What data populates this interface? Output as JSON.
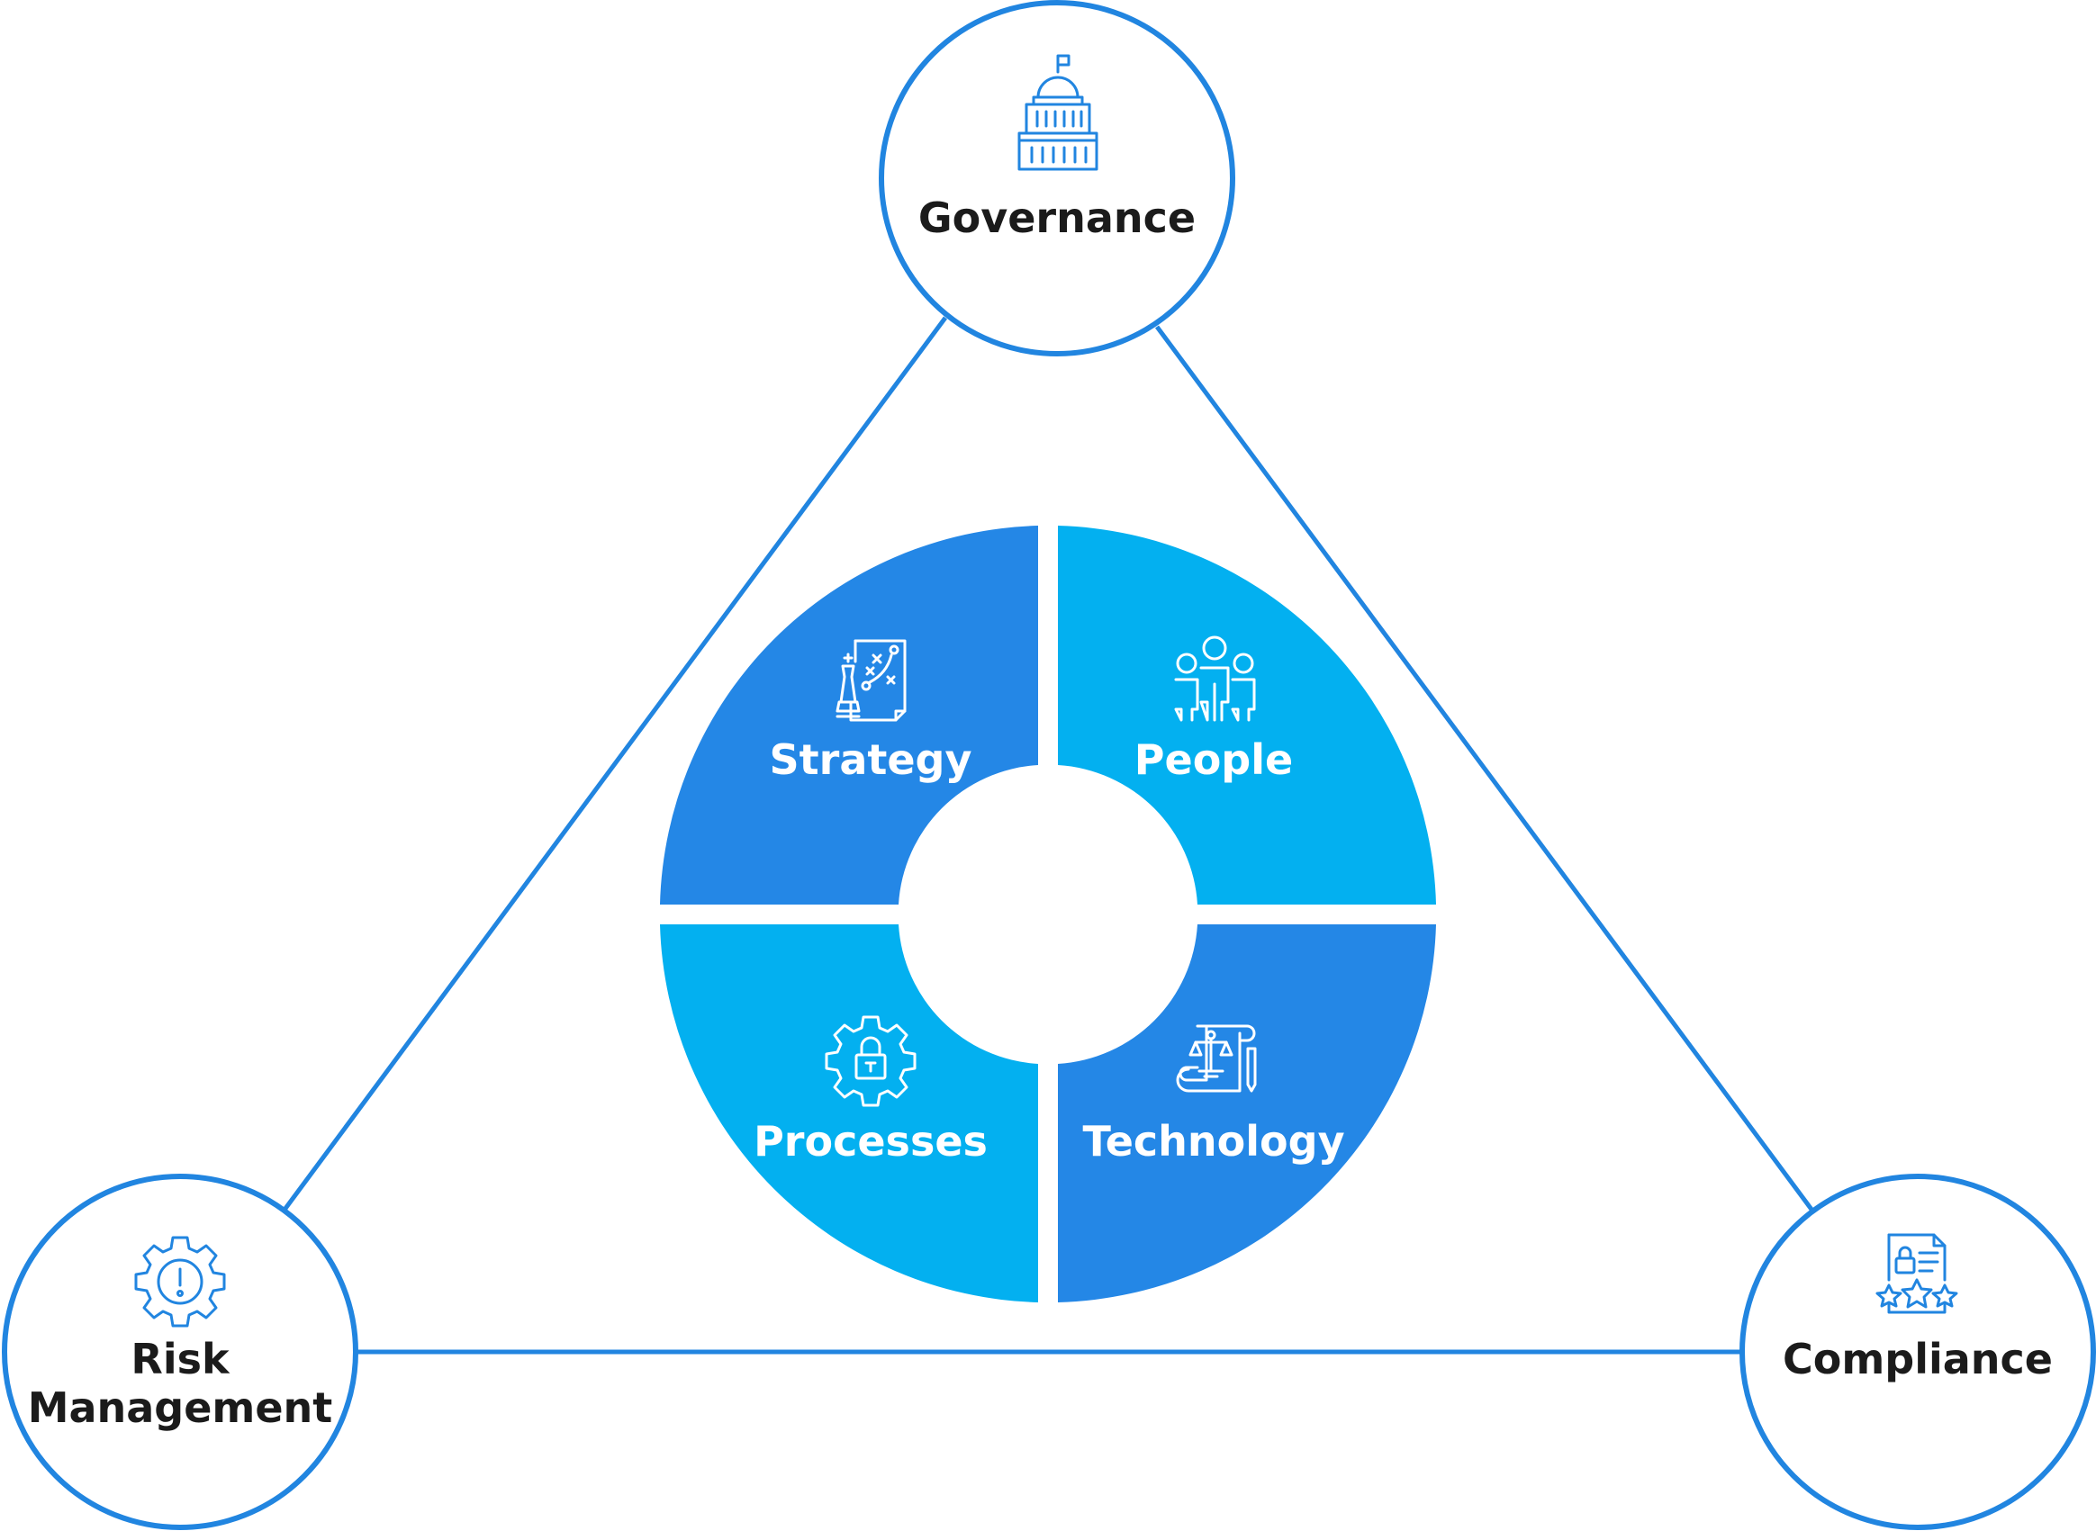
{
  "colors": {
    "line_blue": "#2185E0",
    "dark_blue": "#2487E6",
    "light_blue": "#03B0F0",
    "text_dark": "#1B1B1B",
    "text_white": "#FFFFFF"
  },
  "nodes": {
    "governance": {
      "label": "Governance",
      "icon": "capitol-building-icon"
    },
    "risk": {
      "label_line1": "Risk",
      "label_line2": "Management",
      "icon": "gear-alert-icon"
    },
    "compliance": {
      "label": "Compliance",
      "icon": "certificate-stars-icon"
    }
  },
  "quadrants": {
    "strategy": {
      "label": "Strategy",
      "icon": "strategy-board-chess-icon"
    },
    "people": {
      "label": "People",
      "icon": "people-group-icon"
    },
    "processes": {
      "label": "Processes",
      "icon": "gear-lock-icon"
    },
    "technology": {
      "label": "Technology",
      "icon": "scales-scroll-icon"
    }
  }
}
